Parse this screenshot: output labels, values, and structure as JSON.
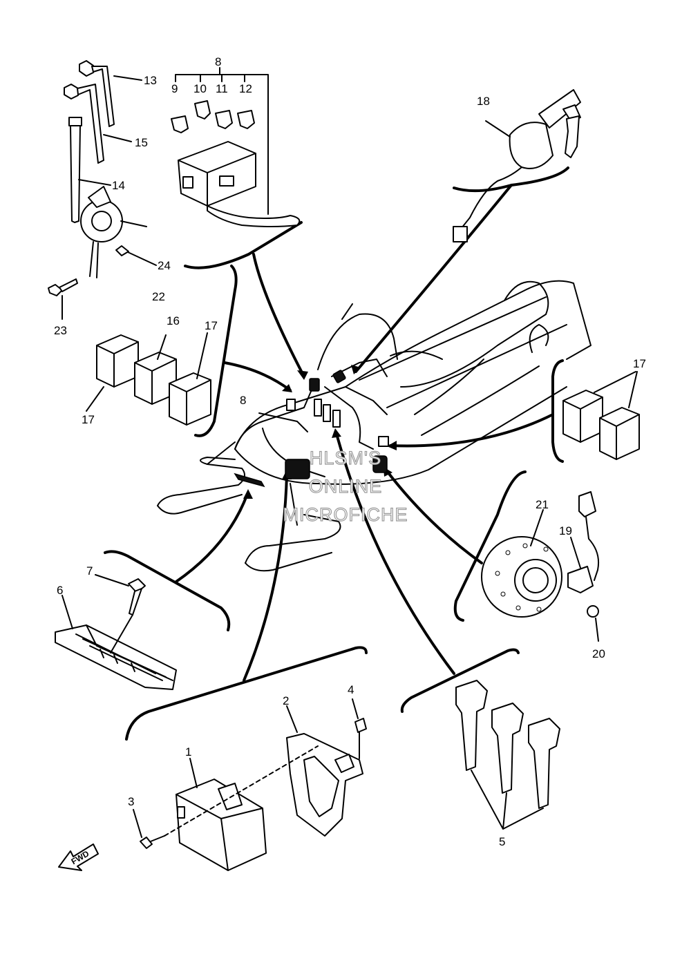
{
  "diagram": {
    "callouts": [
      "1",
      "2",
      "3",
      "4",
      "5",
      "6",
      "7",
      "8",
      "9",
      "10",
      "11",
      "12",
      "13",
      "14",
      "15",
      "16",
      "17",
      "18",
      "19",
      "20",
      "21",
      "22",
      "23",
      "24"
    ],
    "callout_8_secondary": "8",
    "callout_17_secondary": "17",
    "callout_17_tertiary": "17",
    "fwd_label": "FWD",
    "watermark": [
      "HLSM'S",
      "ONLINE",
      "MICROFICHE"
    ]
  }
}
